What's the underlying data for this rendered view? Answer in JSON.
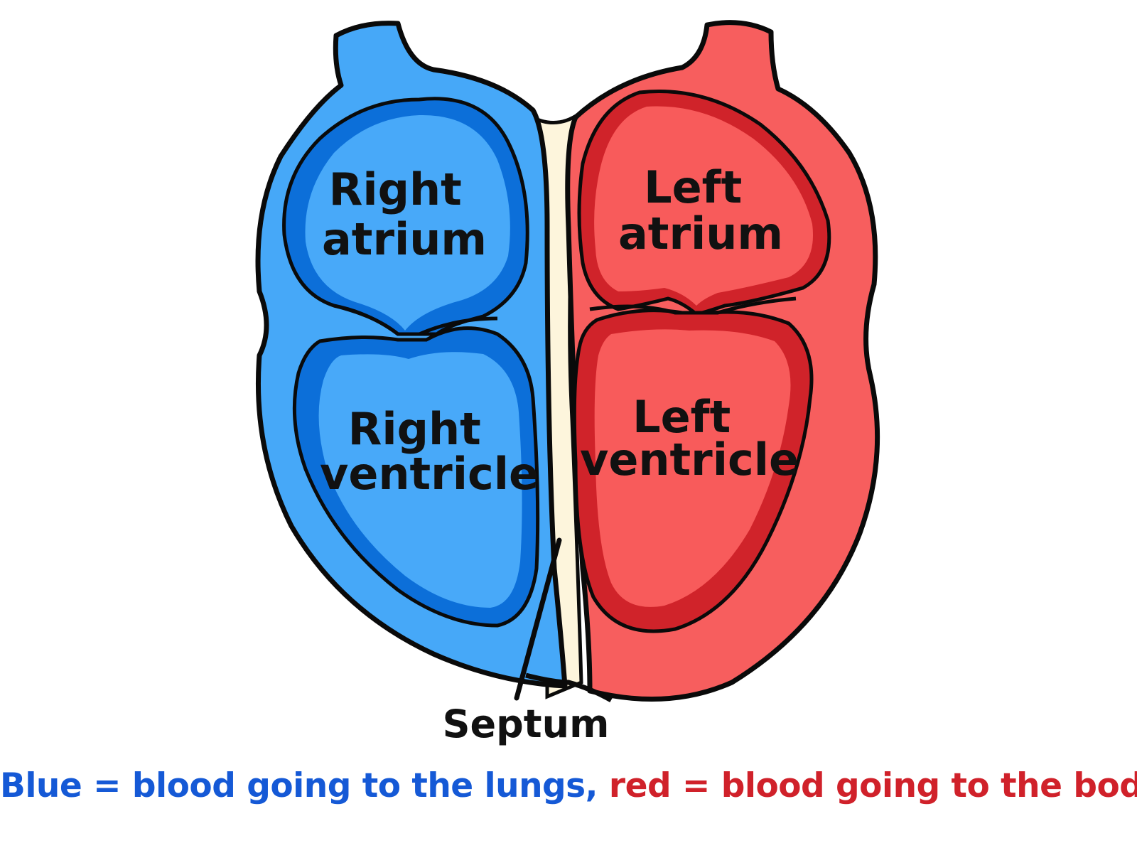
{
  "labels": {
    "right_atrium": [
      "Right",
      "atrium"
    ],
    "left_atrium": [
      "Left",
      "atrium"
    ],
    "right_ventricle": [
      "Right",
      "ventricle"
    ],
    "left_ventricle": [
      "Left",
      "ventricle"
    ],
    "septum": "Septum"
  },
  "legend": {
    "blue_text": "Blue = blood going to the lungs,",
    "red_text": "red = blood going to the body"
  },
  "colors": {
    "blue_outer": "#46a8f8",
    "blue_ring": "#0c6fd9",
    "blue_inner": "#48a9f9",
    "red_outer": "#f75e5e",
    "red_ring": "#d0232a",
    "red_inner": "#f85b5b",
    "septum": "#fdf5dc",
    "outline": "#0a0a0a",
    "blue_text": "#1559d6",
    "red_text": "#d0212a"
  }
}
